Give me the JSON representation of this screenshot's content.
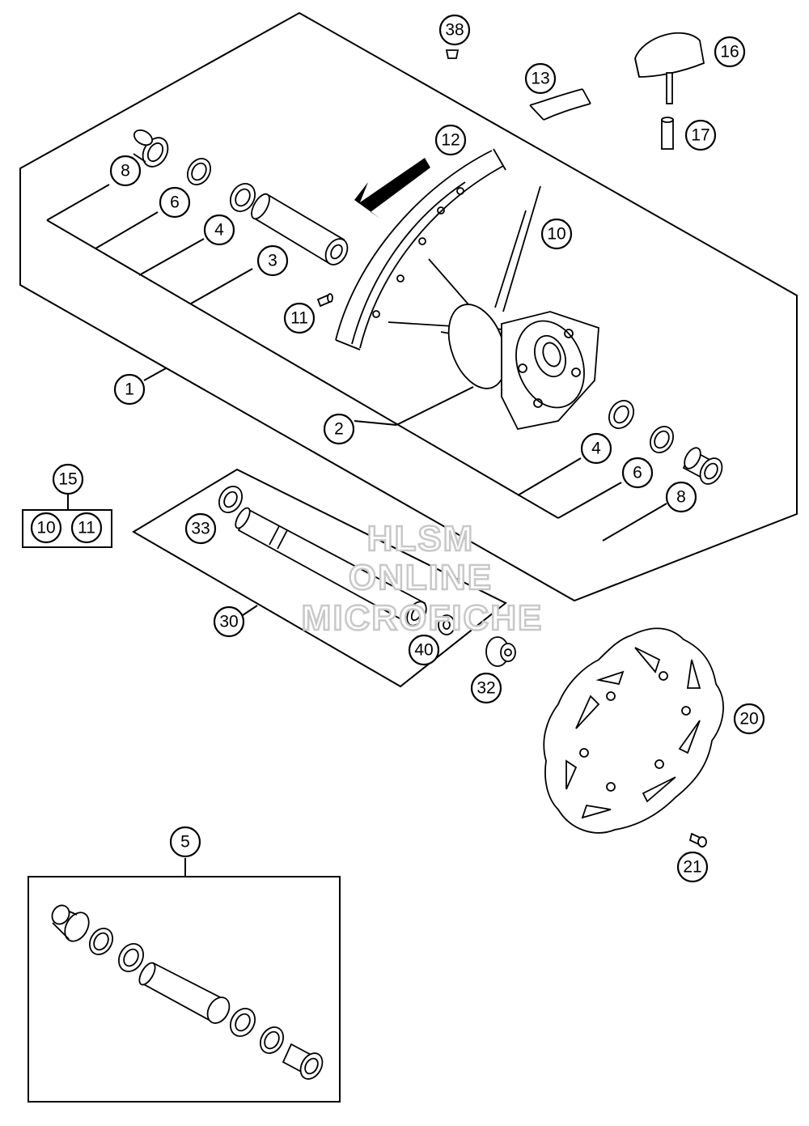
{
  "callouts": {
    "c1": "1",
    "c2": "2",
    "c3": "3",
    "c4a": "4",
    "c4b": "4",
    "c5": "5",
    "c6a": "6",
    "c6b": "6",
    "c8a": "8",
    "c8b": "8",
    "c10a": "10",
    "c10b": "10",
    "c11a": "11",
    "c11b": "11",
    "c12": "12",
    "c13": "13",
    "c15": "15",
    "c16": "16",
    "c17": "17",
    "c20": "20",
    "c21": "21",
    "c30": "30",
    "c32": "32",
    "c33": "33",
    "c38": "38",
    "c40": "40"
  },
  "watermark": {
    "line1": "HLSM",
    "line2": "ONLINE",
    "line3": "MICROFICHE"
  }
}
